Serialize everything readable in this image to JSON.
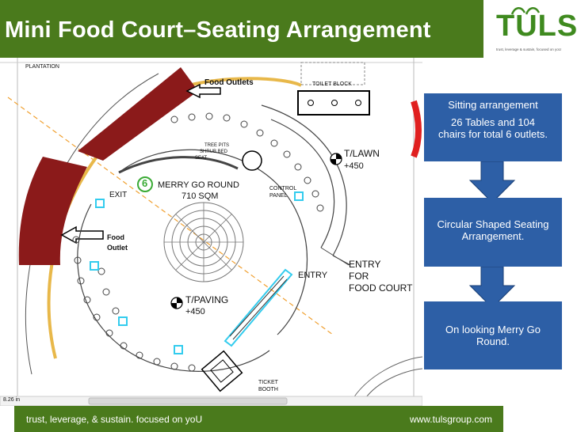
{
  "slide": {
    "title": "Mini Food Court–Seating Arrangement",
    "colors": {
      "header": "#4a7a1c",
      "step_box": "#2d5fa6",
      "seating_area": "#8b1a1a",
      "highlight": "#33ccee"
    }
  },
  "logo": {
    "word": "TULS",
    "tagline": "trust, leverage & sustain, focused on yoU"
  },
  "plan": {
    "labels": {
      "plantation": "PLANTATION",
      "food_outlets": "Food Outlets",
      "toilet_block": "TOILET BLOCK",
      "tree_pits": "TREE PITS",
      "shrub_bed": "SHRUB BED",
      "seat": "SEAT",
      "t_lawn": "T/LAWN",
      "t_lawn_level": "+450",
      "exit": "EXIT",
      "marker_number": "6",
      "merry_go_round": "MERRY GO ROUND",
      "area": "710 SQM",
      "control_panel_1": "CONTROL",
      "control_panel_2": "PANEL",
      "food_outlet_1": "Food",
      "food_outlet_2": "Outlet",
      "entry": "ENTRY",
      "entry_food_court_1": "ENTRY",
      "entry_food_court_2": "FOR",
      "entry_food_court_3": "FOOD COURT",
      "t_paving": "T/PAVING",
      "t_paving_level": "+450",
      "ticket_booth_1": "TICKET",
      "ticket_booth_2": "BOOTH",
      "scale": "8.26 in"
    }
  },
  "steps": [
    {
      "lines": [
        "Sitting arrangement",
        "26 Tables and 104 chairs for total 6 outlets."
      ]
    },
    {
      "lines": [
        "Circular Shaped Seating Arrangement."
      ]
    },
    {
      "lines": [
        "On looking Merry Go Round."
      ]
    }
  ],
  "footer": {
    "left": "trust, leverage, & sustain. focused on yoU",
    "right": "www.tulsgroup.com"
  }
}
